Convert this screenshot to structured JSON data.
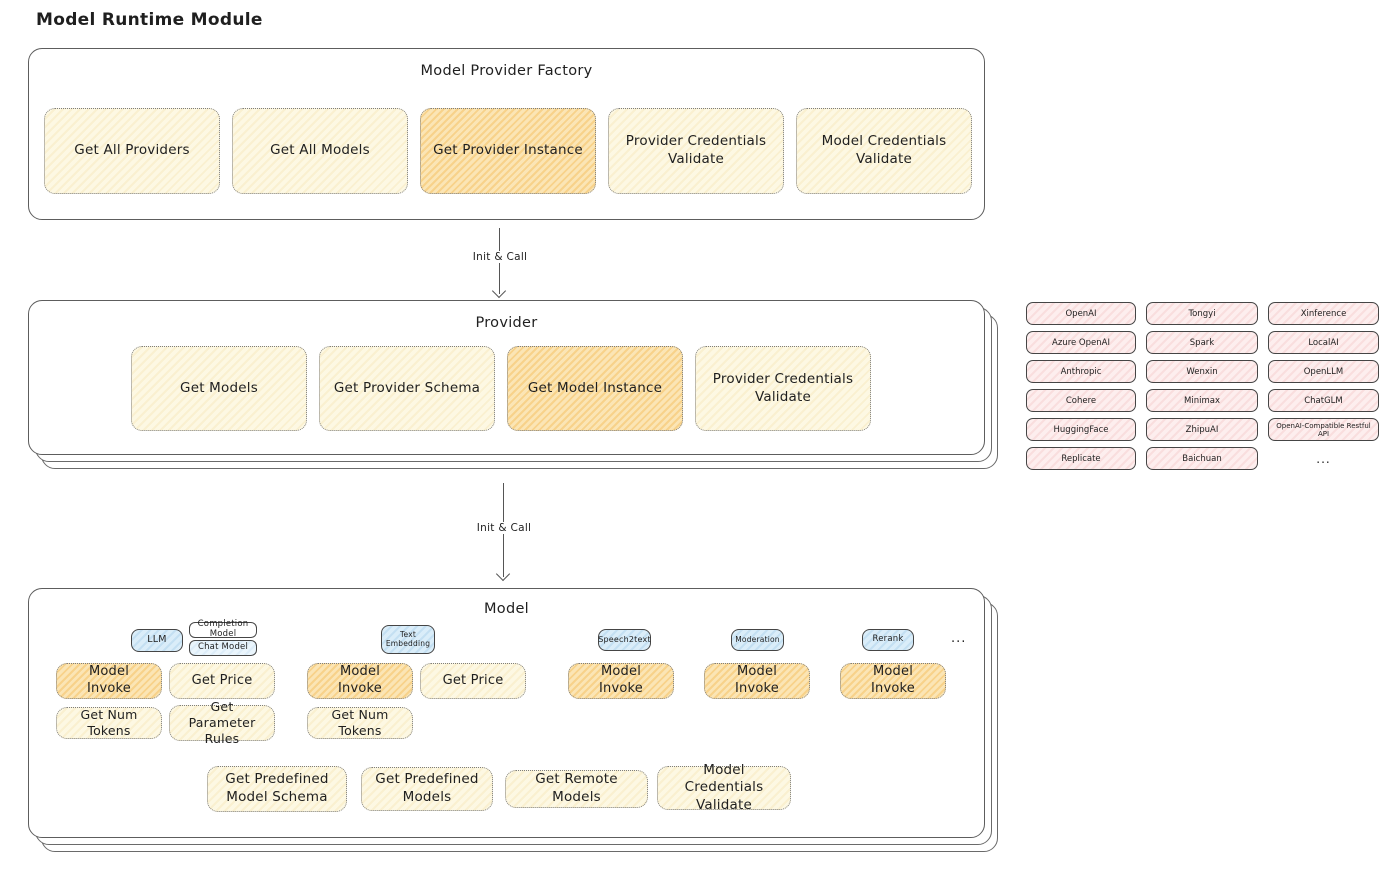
{
  "page_title": "Model Runtime Module",
  "factory": {
    "title": "Model Provider Factory",
    "boxes": [
      {
        "label": "Get All Providers"
      },
      {
        "label": "Get All Models"
      },
      {
        "label": "Get Provider Instance"
      },
      {
        "label": "Provider Credentials Validate"
      },
      {
        "label": "Model Credentials Validate"
      }
    ]
  },
  "arrow1": {
    "label": "Init & Call"
  },
  "arrow2": {
    "label": "Init & Call"
  },
  "provider": {
    "title": "Provider",
    "boxes": [
      {
        "label": "Get Models"
      },
      {
        "label": "Get Provider Schema"
      },
      {
        "label": "Get Model Instance"
      },
      {
        "label": "Provider Credentials Validate"
      }
    ]
  },
  "providers_list": {
    "items": [
      "OpenAI",
      "Tongyi",
      "Xinference",
      "Azure OpenAI",
      "Spark",
      "LocalAI",
      "Anthropic",
      "Wenxin",
      "OpenLLM",
      "Cohere",
      "Minimax",
      "ChatGLM",
      "HuggingFace",
      "ZhipuAI",
      "OpenAI-Compatible Restful API",
      "Replicate",
      "Baichuan"
    ],
    "more": "..."
  },
  "model": {
    "title": "Model",
    "tabs": {
      "llm": "LLM",
      "completion": "Completion Model",
      "chat": "Chat Model",
      "text_embedding": "Text Embedding",
      "speech2text": "Speech2text",
      "moderation": "Moderation",
      "rerank": "Rerank",
      "more": "..."
    },
    "invoke_row": [
      {
        "label": "Model Invoke"
      },
      {
        "label": "Get Price"
      },
      {
        "label": "Model Invoke"
      },
      {
        "label": "Get Price"
      },
      {
        "label": "Model Invoke"
      },
      {
        "label": "Model Invoke"
      },
      {
        "label": "Model Invoke"
      }
    ],
    "tokens_row": [
      {
        "label": "Get Num Tokens"
      },
      {
        "label": "Get Parameter Rules"
      },
      {
        "label": "Get Num Tokens"
      }
    ],
    "bottom_row": [
      {
        "label": "Get Predefined Model Schema"
      },
      {
        "label": "Get Predefined Models"
      },
      {
        "label": "Get Remote Models"
      },
      {
        "label": "Model Credentials Validate"
      }
    ]
  }
}
